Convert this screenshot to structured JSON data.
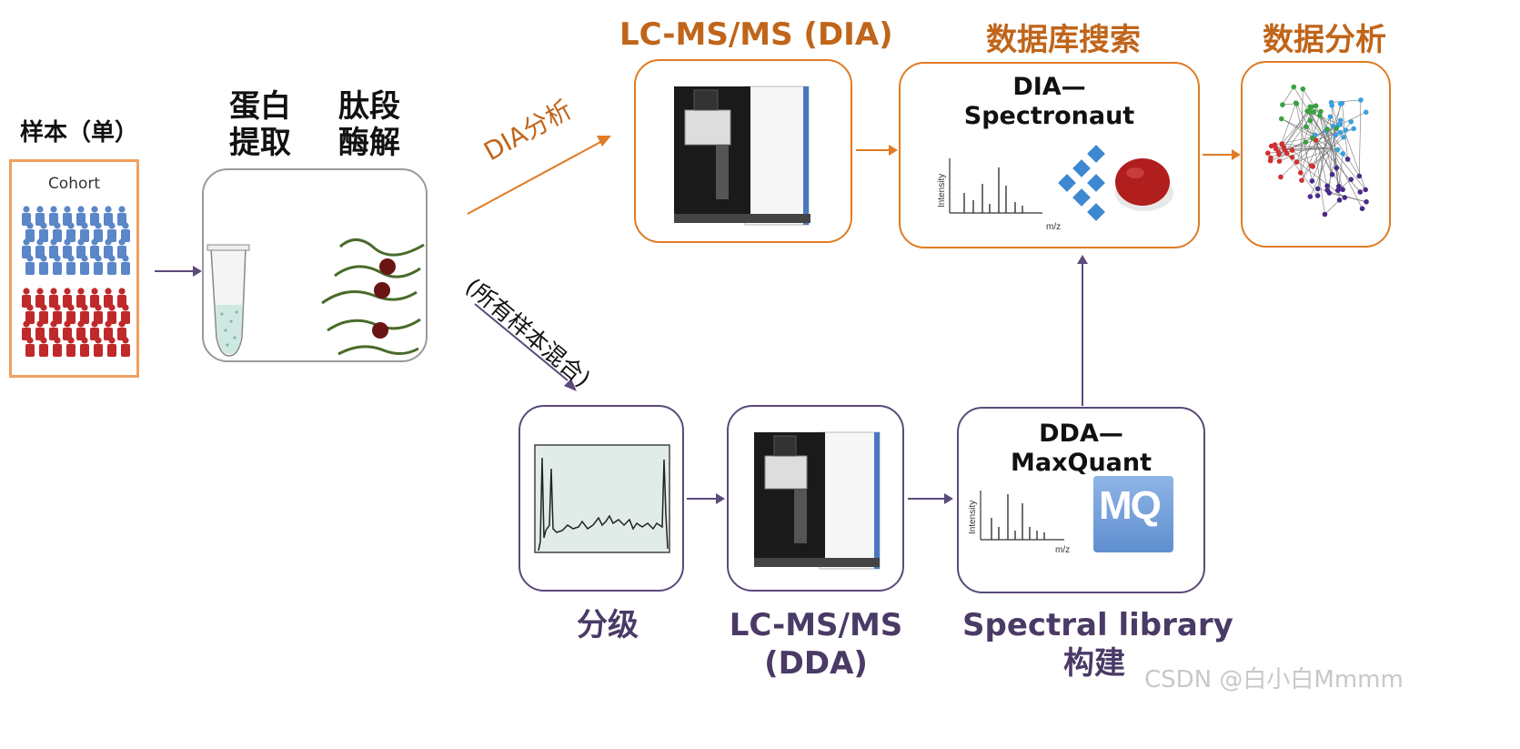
{
  "sample": {
    "title": "样本（单）",
    "cohort_label": "Cohort"
  },
  "steps": {
    "protein_extraction": "蛋白提取",
    "peptide_digestion": "肽段酶解",
    "dia_branch_label": "DIA分析",
    "pool_label": "(所有样本混合)",
    "fractionation": "分级",
    "dda_lcms_line1": "LC-MS/MS",
    "dda_lcms_line2": "(DDA)",
    "library_line1": "Spectral library",
    "library_line2": "构建"
  },
  "top_headers": {
    "dia_lcms": "LC-MS/MS (DIA)",
    "db_search": "数据库搜索",
    "data_analysis": "数据分析"
  },
  "software": {
    "dia_line1": "DIA—",
    "dia_line2": "Spectronaut",
    "dda_line1": "DDA—",
    "dda_line2": "MaxQuant",
    "mq_logo": "MQ"
  },
  "spectrum": {
    "ylabel": "Intensity",
    "xlabel": "m/z"
  },
  "watermark": "CSDN @白小白Mmmm",
  "colors": {
    "orange": "#E07B24",
    "purple": "#5B4A7A",
    "blue_people": "#5B86C8",
    "red_people": "#C0292B",
    "peptide": "#4A6B2A"
  }
}
